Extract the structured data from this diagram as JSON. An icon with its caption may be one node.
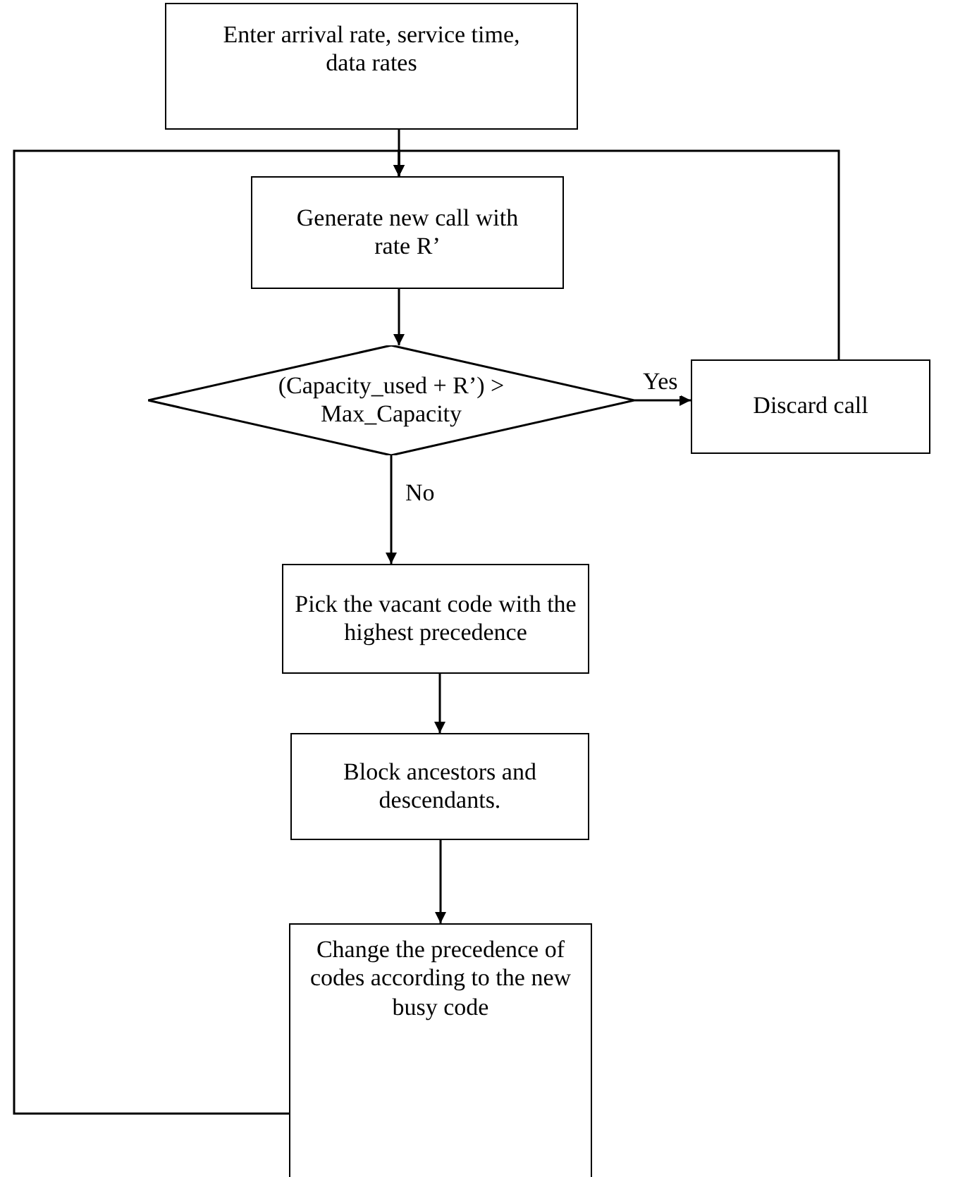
{
  "diagram": {
    "nodes": [
      {
        "text": [
          "Enter arrival rate, service time, data rates"
        ]
      },
      {
        "text": [
          "Generate new call with rate R’"
        ]
      },
      {
        "text": [
          "(Capacity_used + R’) > Max_Capacity"
        ]
      },
      {
        "text": [
          "Discard call"
        ]
      },
      {
        "text": [
          "Pick the vacant code with the highest precedence"
        ]
      },
      {
        "text": [
          "Block ancestors and descendants."
        ]
      },
      {
        "text": [
          "Change the precedence of codes according to the new busy code"
        ]
      }
    ],
    "edges": [
      {
        "from": 0,
        "to": 1,
        "arrow": "to"
      },
      {
        "from": 1,
        "to": 2,
        "arrow": "to"
      },
      {
        "from": 2,
        "to": 3,
        "arrow": "to",
        "label": "Yes"
      },
      {
        "from": 2,
        "to": 4,
        "arrow": "to",
        "label": "No"
      },
      {
        "from": 4,
        "to": 5,
        "arrow": "to"
      },
      {
        "from": 5,
        "to": 6,
        "arrow": "to"
      },
      {
        "from": 3,
        "to": 1,
        "arrow": "to"
      },
      {
        "from": 6,
        "to": 1,
        "arrow": "to"
      }
    ]
  }
}
